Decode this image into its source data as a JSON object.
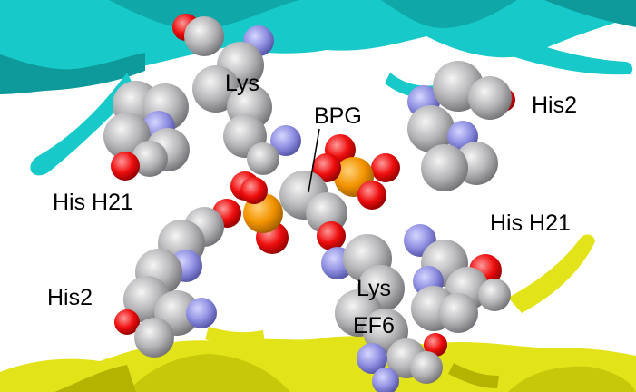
{
  "colors": {
    "background": "#ffffff",
    "upper_ribbon": "#17c9c9",
    "lower_ribbon": "#e3e31a",
    "carbon": "#b5b5b8",
    "nitrogen": "#8f8fe2",
    "oxygen": "#ff0d0d",
    "phosphorus": "#ff9c00",
    "label_text": "#000000"
  },
  "labels": {
    "lys_upper": "Lys",
    "bpg": "BPG",
    "his2_upper": "His2",
    "his_h21_left": "His H21",
    "his_h21_right": "His H21",
    "his2_lower": "His2",
    "lys_lower": "Lys",
    "ef6": "EF6"
  }
}
